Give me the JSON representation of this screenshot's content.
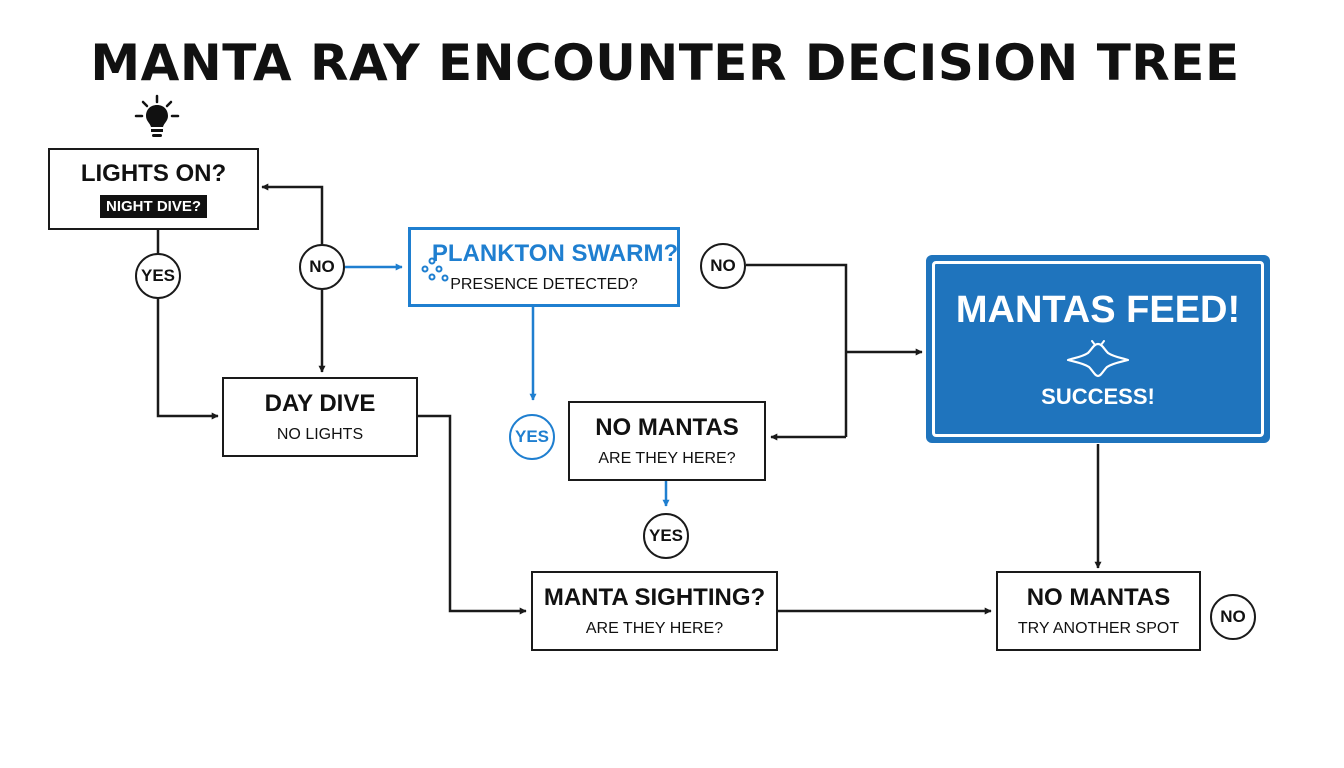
{
  "title": "MANTA RAY ENCOUNTER DECISION TREE",
  "nodes": {
    "lights_on": {
      "label": "LIGHTS ON?",
      "tag": "NIGHT DIVE?"
    },
    "day_dive": {
      "label": "DAY DIVE",
      "sub": "NO LIGHTS"
    },
    "plankton": {
      "label": "PLANKTON SWARM?",
      "sub": "PRESENCE DETECTED?"
    },
    "no_mantas_1": {
      "label": "NO MANTAS",
      "sub": "ARE THEY HERE?"
    },
    "manta_sighting": {
      "label": "MANTA SIGHTING?",
      "sub": "ARE THEY HERE?"
    },
    "no_mantas_2": {
      "label": "NO MANTAS",
      "sub": "TRY ANOTHER SPOT"
    },
    "success": {
      "label": "MANTAS FEED!",
      "sub": "SUCCESS!"
    }
  },
  "answers": {
    "yes_left": "YES",
    "no_left": "NO",
    "yes_plankton": "YES",
    "no_right": "NO",
    "yes_center": "YES",
    "no_end": "NO"
  },
  "icons": {
    "lightbulb": "lightbulb-icon",
    "plankton": "plankton-dots-icon",
    "manta": "manta-ray-icon"
  },
  "colors": {
    "accent_blue": "#1f7fd0",
    "panel_blue": "#1f74bd",
    "ink": "#1a1a1a"
  }
}
